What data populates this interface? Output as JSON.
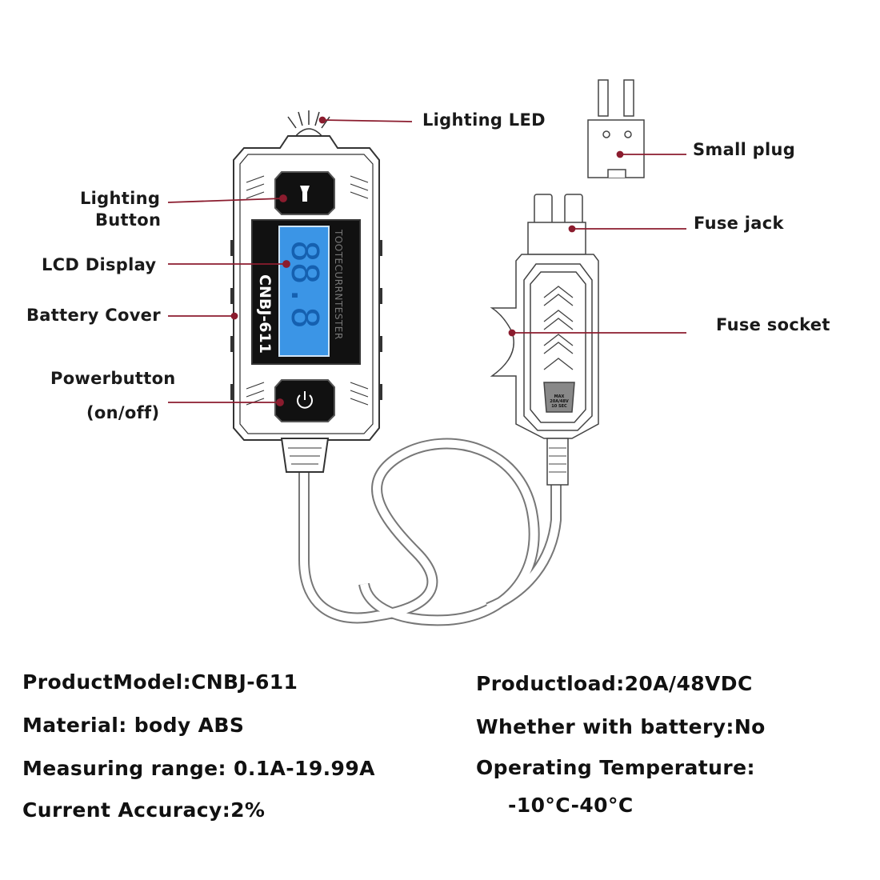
{
  "labels": {
    "lighting_led": "Lighting LED",
    "small_plug": "Small plug",
    "lighting_button_1": "Lighting",
    "lighting_button_2": "Button",
    "fuse_jack": "Fuse jack",
    "lcd_display": "LCD Display",
    "battery_cover": "Battery Cover",
    "fuse_socket": "Fuse socket",
    "powerbutton_1": "Powerbutton",
    "powerbutton_2": "(on/off)"
  },
  "device": {
    "model_print": "CNBJ-611",
    "brand_print": "TOOTECURRNTESTER",
    "lcd_digits": "88.8",
    "fuse_label": [
      "MAX",
      "20A/48V",
      "10 SEC"
    ]
  },
  "specs_left": [
    "ProductModel:CNBJ-611",
    "Material: body ABS",
    "Measuring range: 0.1A-19.99A",
    "Current Accuracy:2%"
  ],
  "specs_right": [
    "Productload:20A/48VDC",
    "Whether with battery:No",
    "Operating Temperature:",
    "-10°C-40°C"
  ],
  "colors": {
    "leader_line": "#8b1c2e",
    "lcd_blue": "#2f8fe0",
    "outline": "#444444"
  }
}
